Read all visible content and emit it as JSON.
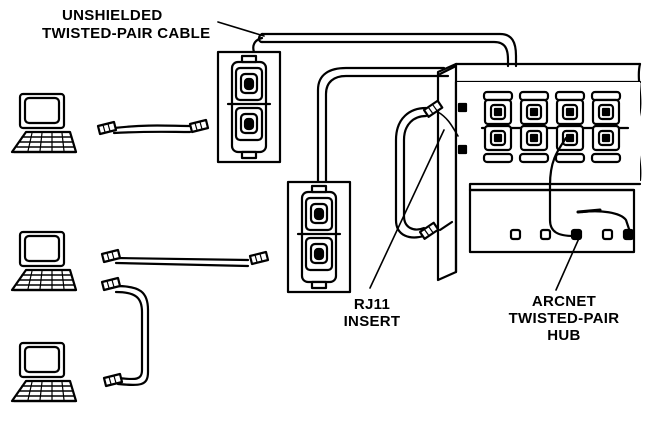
{
  "labels": {
    "cable_line1": "UNSHIELDED",
    "cable_line2": "TWISTED-PAIR CABLE",
    "insert_line1": "RJ11",
    "insert_line2": "INSERT",
    "hub_line1": "ARCNET",
    "hub_line2": "TWISTED-PAIR",
    "hub_line3": "HUB"
  },
  "icons": [
    "computer-icon",
    "rj11-plug-icon",
    "wall-jack-icon",
    "hub-chassis-icon"
  ],
  "colors": {
    "ink": "#000000",
    "paper": "#ffffff"
  }
}
